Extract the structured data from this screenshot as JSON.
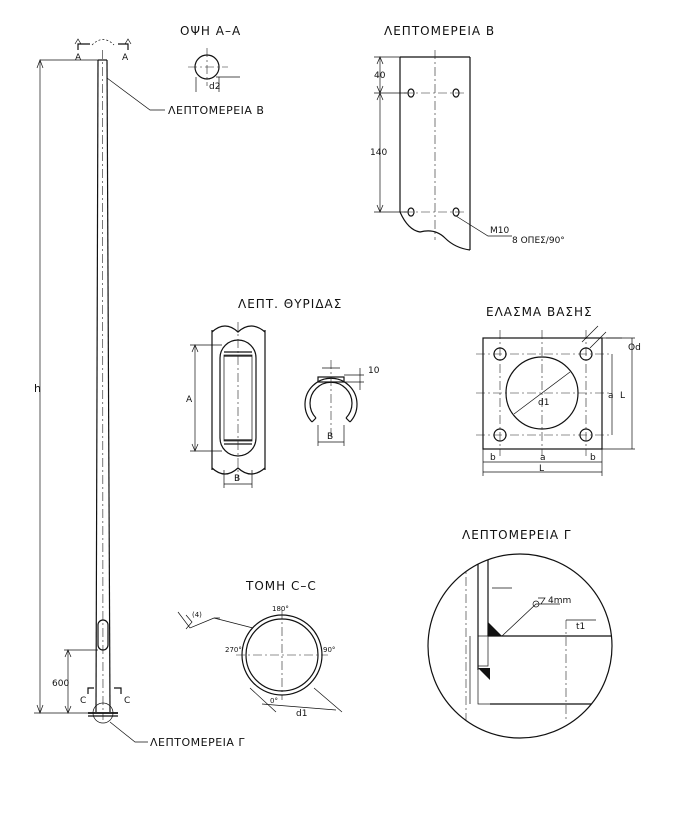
{
  "titles": {
    "view_aa": "ΟΨΗ Α–Α",
    "detail_b": "ΛΕΠΤΟΜΕΡΕΙΑ Β",
    "hatch_detail": "ΛΕΠΤ. ΘΥΡΙΔΑΣ",
    "base_plate": "ΕΛΑΣΜΑ ΒΑΣΗΣ",
    "detail_g": "ΛΕΠΤΟΜΕΡΕΙΑ Γ",
    "section_cc": "ΤΟΜΗ C–C"
  },
  "pole": {
    "height_label": "h",
    "base_dim": "600",
    "section_a_left": "A",
    "section_a_right": "A",
    "section_c_left": "C",
    "section_c_right": "C",
    "callout_top": "ΛΕΠΤΟΜΕΡΕΙΑ Β",
    "callout_bottom": "ΛΕΠΤΟΜΕΡΕΙΑ Γ"
  },
  "view_aa": {
    "diameter_label": "d2"
  },
  "detail_b": {
    "dim_top": "40",
    "dim_middle": "140",
    "bolt_label": "M10",
    "holes_note": "8 ΟΠΕΣ/90°"
  },
  "hatch": {
    "length_label": "A",
    "width_label": "B",
    "width_label_section": "B",
    "thickness_label": "10"
  },
  "base_plate": {
    "hole_label": "Od",
    "diameter_label": "d1",
    "side_a": "a",
    "side_l": "L",
    "bottom_b_left": "b",
    "bottom_a": "a",
    "bottom_b_right": "b",
    "bottom_l": "L"
  },
  "section_cc": {
    "angle_top": "180°",
    "angle_left": "270°",
    "angle_right": "90°",
    "angle_bottom": "0°",
    "diameter_label": "d1",
    "weld_symbol": "(4)"
  },
  "detail_g": {
    "weld_size": "4mm",
    "thickness_label": "t1"
  }
}
